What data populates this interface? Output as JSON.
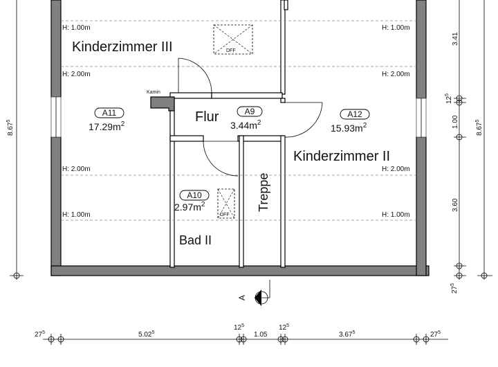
{
  "rooms": {
    "kinderzimmer3": {
      "name": "Kinderzimmer III",
      "id": "A11",
      "area": "17.29m",
      "sup": "2"
    },
    "flur": {
      "name": "Flur",
      "id": "A9",
      "area": "3.44m",
      "sup": "2"
    },
    "kinderzimmer2": {
      "name": "Kinderzimmer II",
      "id": "A12",
      "area": "15.93m",
      "sup": "2"
    },
    "bad2": {
      "name": "Bad II",
      "id": "A10",
      "area": "2.97m",
      "sup": "2"
    },
    "treppe": {
      "name": "Treppe"
    }
  },
  "height_lines": {
    "h1": "H: 1.00m",
    "h2": "H: 2.00m"
  },
  "labels": {
    "kamin": "Kamin",
    "dff": "DFF",
    "section": "A"
  },
  "dimensions": {
    "bottom": [
      {
        "text": "27",
        "sup": "5"
      },
      {
        "text": "5.02",
        "sup": "5"
      },
      {
        "text": "12",
        "sup": "5"
      },
      {
        "text": "1.05",
        "sup": ""
      },
      {
        "text": "12",
        "sup": "5"
      },
      {
        "text": "3.67",
        "sup": "5"
      },
      {
        "text": "27",
        "sup": "5"
      }
    ],
    "left": {
      "text": "8.67",
      "sup": "5"
    },
    "right_outer": {
      "text": "8.67",
      "sup": "5"
    },
    "right_inner": [
      {
        "text": "3.41",
        "sup": ""
      },
      {
        "text": "12",
        "sup": "5"
      },
      {
        "text": "1.00",
        "sup": ""
      },
      {
        "text": "3.60",
        "sup": ""
      },
      {
        "text": "27",
        "sup": "5"
      }
    ]
  }
}
